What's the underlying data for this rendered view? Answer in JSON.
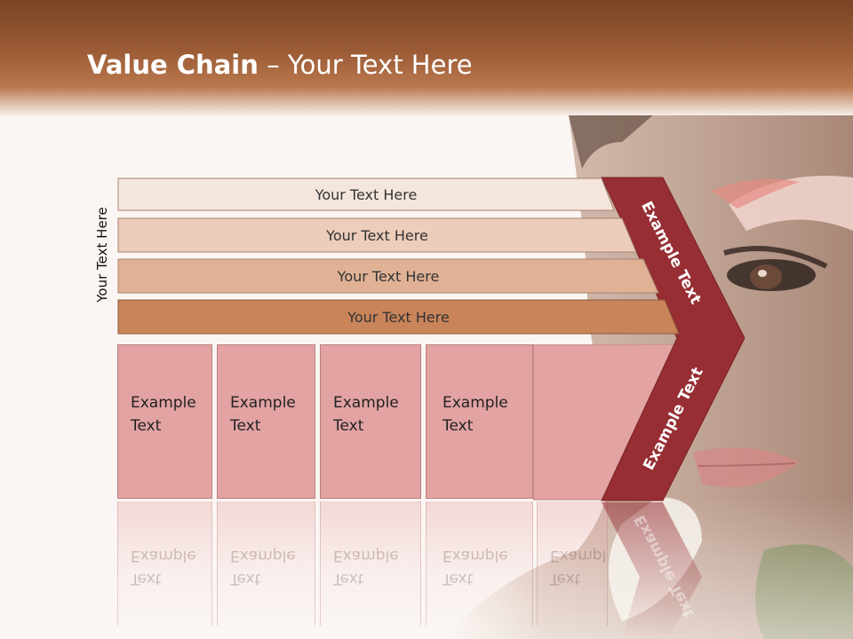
{
  "title": {
    "bold": "Value Chain",
    "rest": " – Your Text Here"
  },
  "side_label": "Your Text Here",
  "bars": [
    {
      "label": "Your Text Here",
      "color": "#f5e6dd"
    },
    {
      "label": "Your Text Here",
      "color": "#ecccbb"
    },
    {
      "label": "Your Text Here",
      "color": "#e0b195"
    },
    {
      "label": "Your Text Here",
      "color": "#c9845a"
    }
  ],
  "boxes": [
    {
      "line1": "Example",
      "line2": "Text"
    },
    {
      "line1": "Example",
      "line2": "Text"
    },
    {
      "line1": "Example",
      "line2": "Text"
    },
    {
      "line1": "Example",
      "line2": "Text"
    },
    {
      "line1": "Example",
      "line2": "Text"
    }
  ],
  "chevron": {
    "upper_label": "Example Text",
    "lower_label": "Example Text",
    "color": "#962e33"
  }
}
